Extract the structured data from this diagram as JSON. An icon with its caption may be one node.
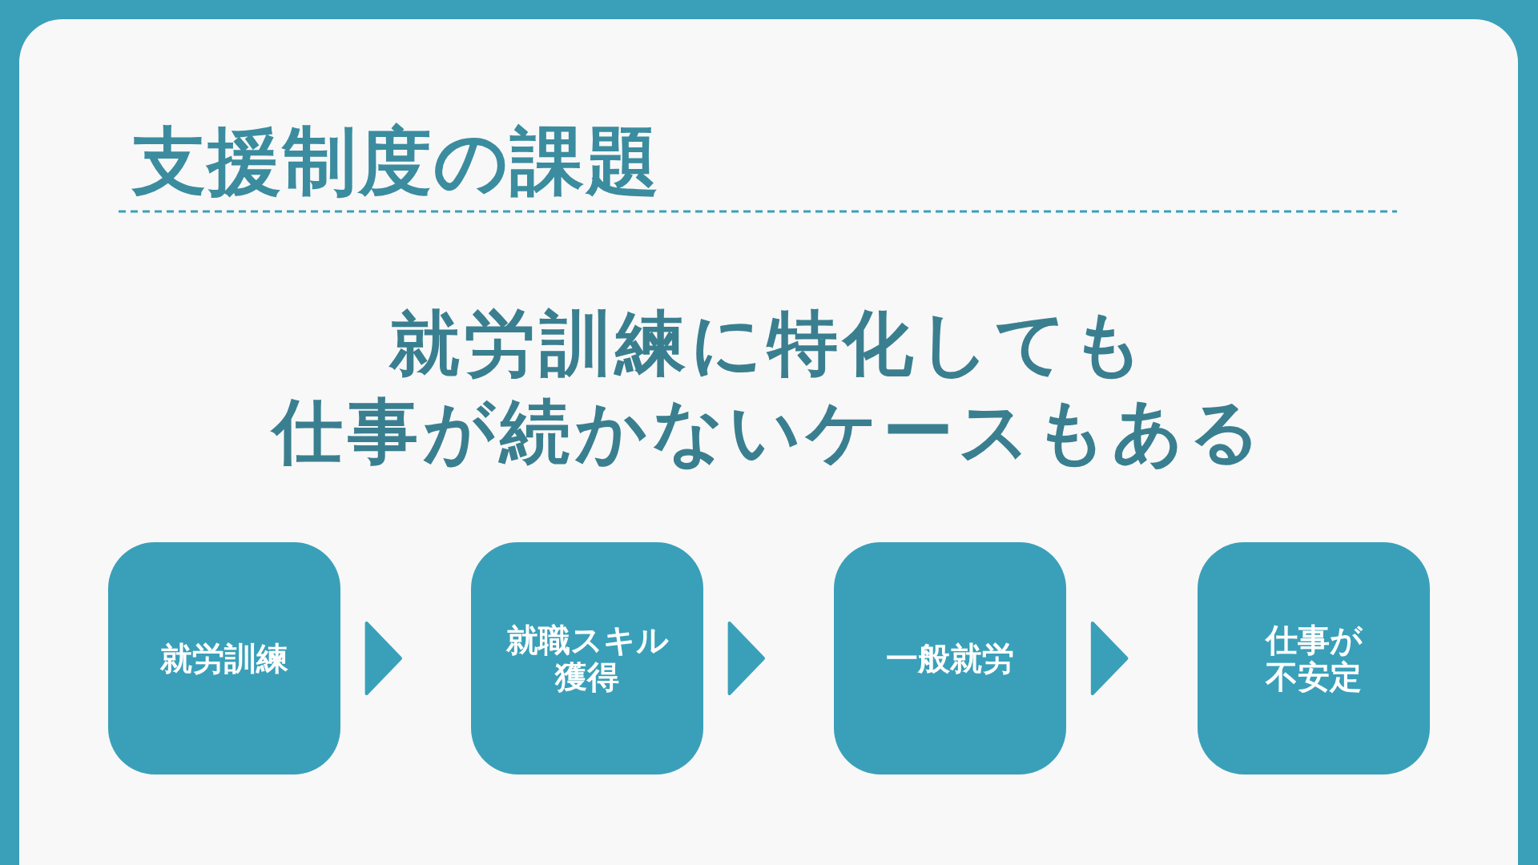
{
  "diagram": {
    "title": "支援制度の課題",
    "nodes": [
      {
        "text": [
          "就労訓練"
        ]
      },
      {
        "text": [
          "就職スキル獲得"
        ]
      },
      {
        "text": [
          "一般就労"
        ]
      },
      {
        "text": [
          "仕事が不安定"
        ]
      }
    ],
    "edges": [
      {
        "from": 0,
        "to": 1,
        "arrow": "to"
      },
      {
        "from": 1,
        "to": 2,
        "arrow": "to"
      },
      {
        "from": 2,
        "to": 3,
        "arrow": "to"
      }
    ],
    "labels": [
      "就労訓練に特化しても",
      "仕事が続かないケースもある"
    ]
  }
}
